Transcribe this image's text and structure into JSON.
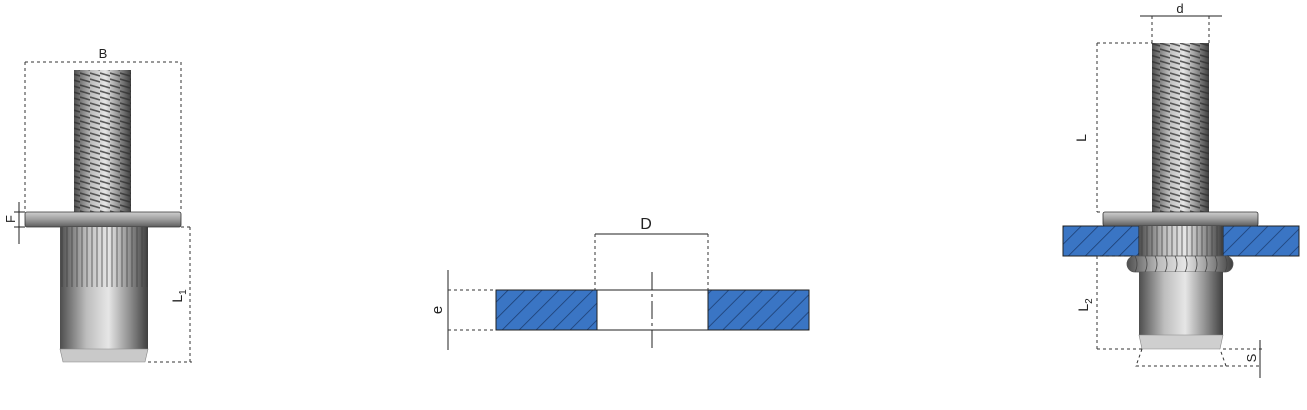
{
  "labels": {
    "B": "B",
    "F": "F",
    "L1_main": "L",
    "L1_sub": "1",
    "D": "D",
    "e": "e",
    "d": "d",
    "L": "L",
    "L2_main": "L",
    "L2_sub": "2",
    "S": "S"
  },
  "colors": {
    "plate_fill": "#3a75c4",
    "hatch": "#1d3f73",
    "metal_light": "#d9d9d9",
    "metal_mid": "#9a9a9a",
    "metal_dark": "#5a5a5a",
    "line": "#222222"
  }
}
